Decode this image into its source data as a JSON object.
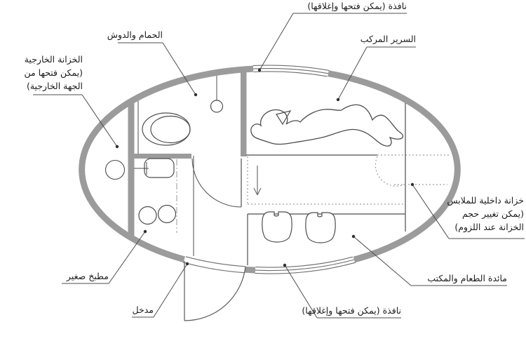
{
  "labels": {
    "window_top": {
      "text": "نافذة (يمكن فتحها وإغلاقها)"
    },
    "bed": {
      "text": "السرير المركب"
    },
    "bathroom": {
      "text": "الحمام والدوش"
    },
    "external_cabinet": {
      "lines": [
        "الخزانة الخارجية",
        "(يمكن فتحها من",
        "الجهة الخارجية)"
      ]
    },
    "kitchen": {
      "text": "مطبخ صغير"
    },
    "entrance": {
      "text": "مدخل"
    },
    "table": {
      "text": "مائدة الطعام والمكتب"
    },
    "window_bottom": {
      "text": "نافذة (يمكن فتحها وإغلاقها)"
    },
    "wardrobe": {
      "lines": [
        "خزانة داخلية للملابس",
        "(يمكن تغيير حجم",
        "الخزانة عند اللزوم)"
      ]
    }
  },
  "colors": {
    "wall": "#9b9b9b",
    "line": "#4d4d4d",
    "leader": "#4d4d4d",
    "dot": "#2e2e2e",
    "background": "#ffffff"
  }
}
